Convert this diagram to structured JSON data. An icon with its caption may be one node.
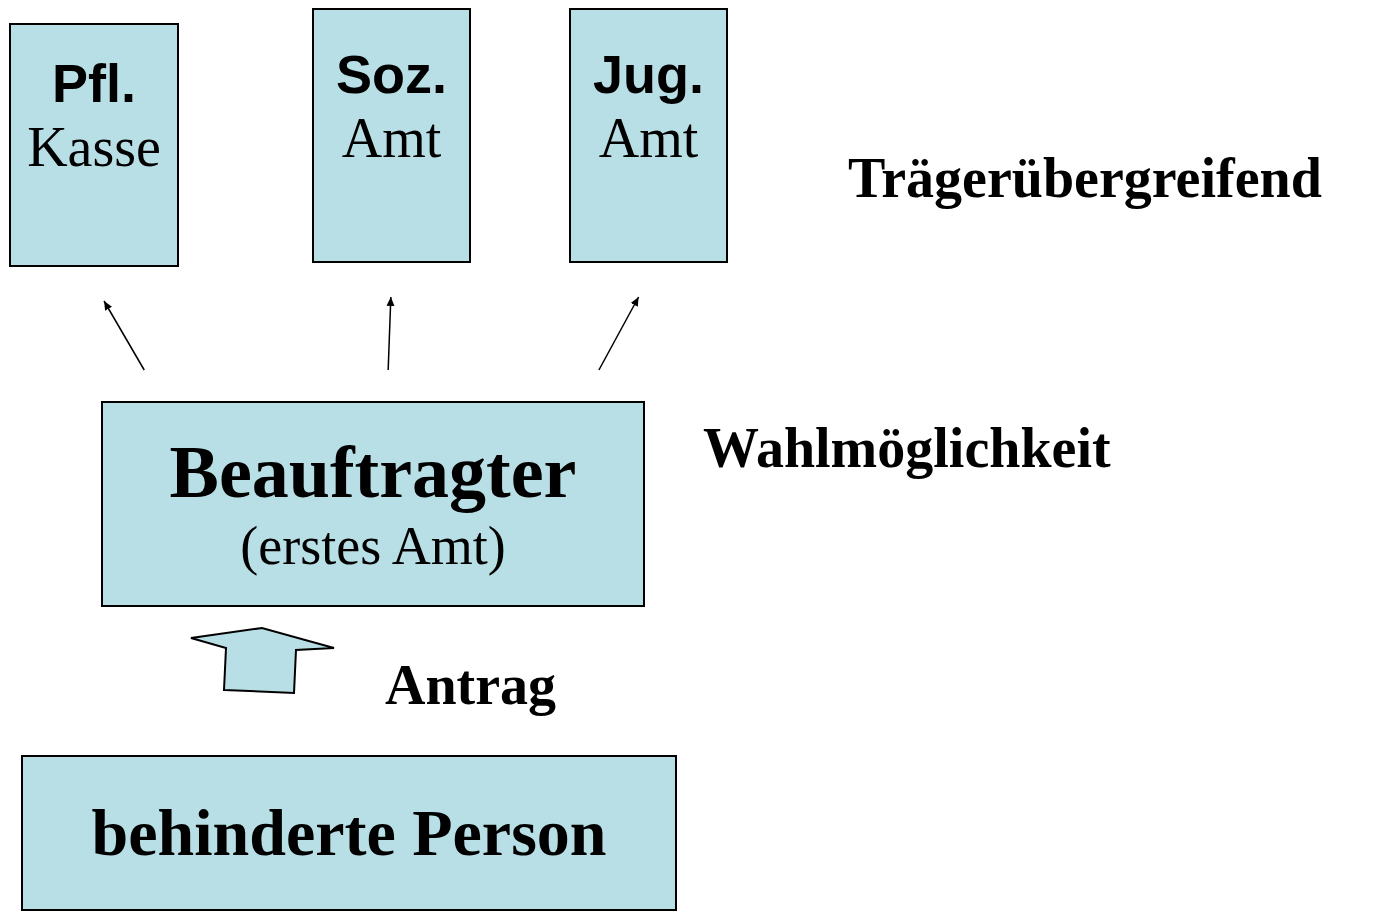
{
  "diagram": {
    "nodes": [
      {
        "text": [
          "Pfl.",
          "Kasse"
        ]
      },
      {
        "text": [
          "Soz.",
          "Amt"
        ]
      },
      {
        "text": [
          "Jug.",
          "Amt"
        ]
      },
      {
        "text": [
          "Beauftragter",
          "(erstes Amt)"
        ]
      },
      {
        "text": [
          "behinderte Person"
        ]
      }
    ],
    "edges": [
      {
        "from": 3,
        "to": 0,
        "arrow": "to"
      },
      {
        "from": 3,
        "to": 1,
        "arrow": "to"
      },
      {
        "from": 3,
        "to": 2,
        "arrow": "to"
      },
      {
        "from": 4,
        "to": 3,
        "arrow": "to",
        "label": "Antrag",
        "style": "thick"
      }
    ],
    "labels": [
      "Trägerübergreifend",
      "Wahlmöglichkeit"
    ]
  }
}
